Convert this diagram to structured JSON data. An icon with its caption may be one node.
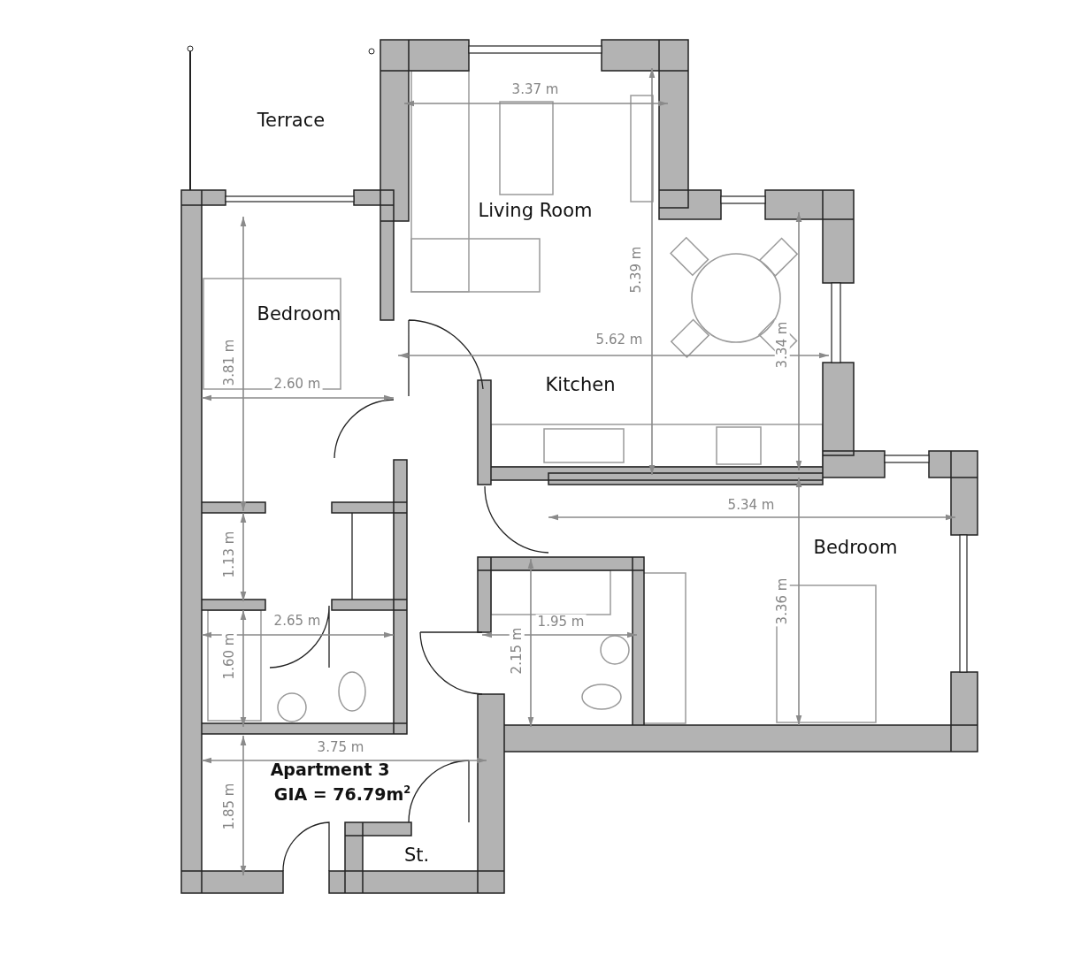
{
  "diagram": {
    "labels": [
      "Terrace",
      "3.37 m",
      "Living Room",
      "Bedroom",
      "5.39 m",
      "3.81 m",
      "5.62 m",
      "3.34 m",
      "2.60 m",
      "Kitchen",
      "5.34 m",
      "1.13 m",
      "Bedroom",
      "3.36 m",
      "2.65 m",
      "1.95 m",
      "2.15 m",
      "1.60 m",
      "3.75 m",
      "Apartment 3",
      "GIA = 76.79m$^{2}$",
      "1.85 m",
      "St."
    ]
  }
}
